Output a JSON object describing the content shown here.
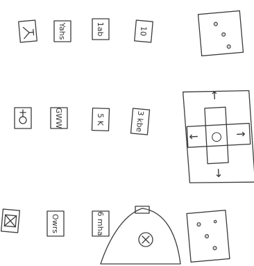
{
  "cards": [
    {
      "text": "",
      "icon": "person-icon"
    },
    {
      "text": "Yahs"
    },
    {
      "text": "1ab"
    },
    {
      "text": "10"
    },
    {
      "text": "",
      "icon": "female-symbol-icon"
    },
    {
      "text": "GWW"
    },
    {
      "text": "5 K"
    },
    {
      "text": "3 kbe"
    },
    {
      "text": "",
      "icon": "image-placeholder-icon"
    },
    {
      "text": "Owrs"
    },
    {
      "text": "6 mha"
    }
  ],
  "dpad": {
    "up": "↑",
    "down": "↓",
    "left": "←",
    "right": "→",
    "center": "○"
  },
  "colors": {
    "ink": "#3a3a3a",
    "hatch": "#d8d8d8",
    "paper": "#ffffff"
  }
}
